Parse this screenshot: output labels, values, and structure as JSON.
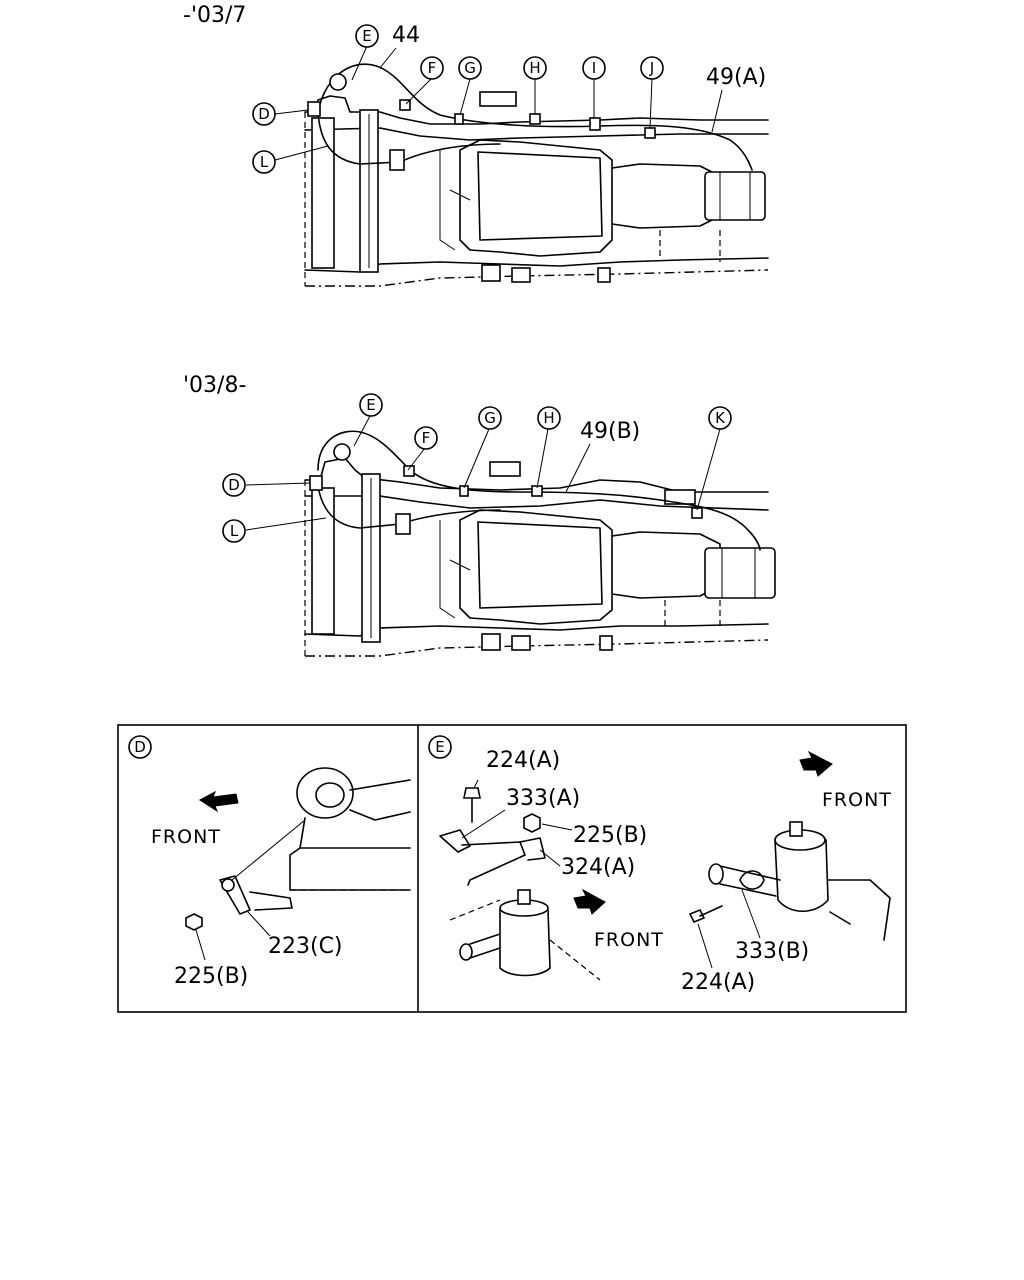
{
  "diagram_top": {
    "period": "-'03/7",
    "callouts": {
      "E": "E",
      "F": "F",
      "G": "G",
      "H": "H",
      "I": "I",
      "J": "J",
      "D": "D",
      "L": "L"
    },
    "part_44": "44",
    "part_49a": "49(A)"
  },
  "diagram_bottom": {
    "period": "'03/8-",
    "callouts": {
      "E": "E",
      "F": "F",
      "G": "G",
      "H": "H",
      "K": "K",
      "D": "D",
      "L": "L"
    },
    "part_49b": "49(B)"
  },
  "detail_d": {
    "badge": "D",
    "front_label": "FRONT",
    "part_223c": "223(C)",
    "part_225b": "225(B)"
  },
  "detail_e": {
    "badge": "E",
    "front_label_top": "FRONT",
    "front_label_mid": "FRONT",
    "part_224a_top": "224(A)",
    "part_333a": "333(A)",
    "part_225b": "225(B)",
    "part_324a": "324(A)",
    "part_333b": "333(B)",
    "part_224a_bottom": "224(A)"
  }
}
